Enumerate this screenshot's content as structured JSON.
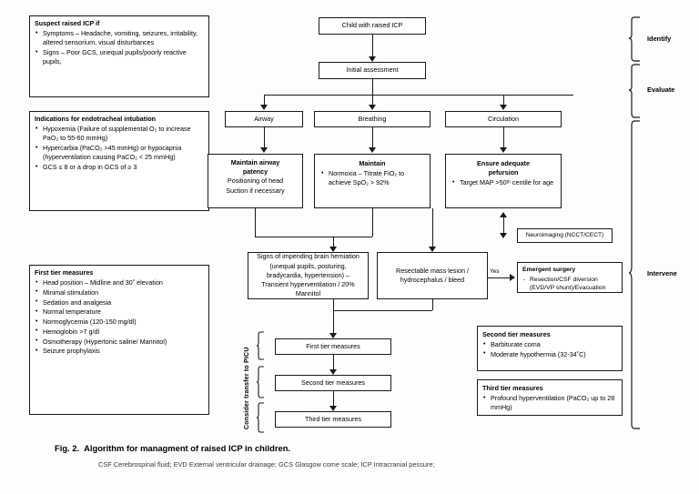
{
  "figure": {
    "caption_number": "Fig. 2.",
    "caption_title": "Algorithm for managment of raised ICP in children.",
    "caption_abbrev": "CSF Cerebrospinal fluid; EVD External ventricular drainage; GCS Glasgow come scale; ICP Intracranial pessure;"
  },
  "stages": [
    {
      "label": "Identify"
    },
    {
      "label": "Evaluate"
    },
    {
      "label": "Intervene"
    }
  ],
  "left_panels": {
    "suspect": {
      "heading": "Suspect raised ICP if",
      "items": [
        "Symptoms – Headache, vomiting, seizures, irritability, altered sensorium, visual disturbances",
        "Signs – Poor GCS, unequal pupils/poorly reactive pupils,"
      ]
    },
    "intubation": {
      "heading": "Indications for endotracheal intubation",
      "items": [
        "Hypoxemia (Failure of supplemental O₂ to increase PaO₂ to 55-60 mmHg)",
        "Hypercarbia (PaCO₂ >45 mmHg) or hypocapnia (hyperventilation causing PaCO₂ < 25 mmHg)",
        "GCS ≤ 8 or a drop in GCS of ≥ 3"
      ]
    },
    "first_tier": {
      "heading": "First tier measures",
      "items": [
        "Head position – Midline and 30˚ elevation",
        "Minimal stimulation",
        "Sedation and analgesia",
        "Normal temperature",
        "Normoglycemia (120-150 mg/dl)",
        "Hemoglobin >7 g/dl",
        "Osmotherapy (Hypertonic saline/ Mannitol)",
        "Seizure prophylaxis"
      ]
    }
  },
  "flow": {
    "start": "Child with raised ICP",
    "initial_assessment": "Initial assessment",
    "abc": {
      "airway": "Airway",
      "breathing": "Breathing",
      "circulation": "Circulation"
    },
    "airway_detail": {
      "heading_line1": "Maintain airway",
      "heading_line2": "patency",
      "items": [
        "Positioning of head",
        "Suction if necessary"
      ]
    },
    "breathing_detail": {
      "heading": "Maintain",
      "items": [
        "Normoxia – Titrate FiO₂ to achieve SpO₂ > 92%"
      ]
    },
    "circulation_detail": {
      "heading_line1": "Ensure adequate",
      "heading_line2": "pefursion",
      "items": [
        "Target MAP >50ᵗʰ centile for age"
      ]
    },
    "herniation": {
      "text": "Signs of impending brain herniation (unequal pupils, posturing, bradycardia, hypertension) – Transient hyperventilation / 20% Mannitol"
    },
    "neuroimaging": "Neuroimaging (NCCT/CECT)",
    "resectable": {
      "line1": "Resectable mass lesion /",
      "line2": "hydrocephalus / bleed"
    },
    "yes_label": "Yes",
    "emergent_surgery": {
      "heading": "Emergent surgery",
      "items": [
        "Resection/CSF diversion (EVD/VP shunt)/Evacuation"
      ]
    },
    "tiers": [
      "First tier measures",
      "Second tier measures",
      "Third tier measures"
    ],
    "transfer_label": "Consider transfer to PICU"
  },
  "right_panels": {
    "second_tier": {
      "heading": "Second tier measures",
      "items": [
        "Barbiturate coma",
        "Moderate  hypothermia  (32-34˚C)"
      ]
    },
    "third_tier": {
      "heading": "Third tier measures",
      "items": [
        "Profound  hyperventilation (PaCO₂ up to 28 mmHg)"
      ]
    }
  },
  "colors": {
    "stroke": "#1a1a1a",
    "background": "#ffffff"
  }
}
